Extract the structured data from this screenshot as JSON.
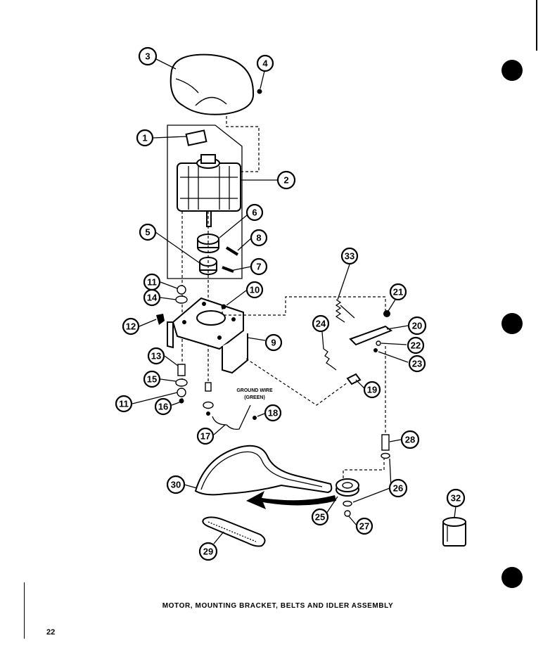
{
  "caption": "MOTOR, MOUNTING BRACKET, BELTS AND IDLER ASSEMBLY",
  "page_number": "22",
  "annotation": {
    "line1": "GROUND WIRE",
    "line2": "(GREEN)"
  },
  "callouts": [
    "3",
    "4",
    "1",
    "2",
    "6",
    "5",
    "8",
    "7",
    "11",
    "10",
    "14",
    "12",
    "9",
    "13",
    "15",
    "11",
    "16",
    "17",
    "18",
    "33",
    "21",
    "20",
    "24",
    "22",
    "23",
    "19",
    "28",
    "30",
    "26",
    "25",
    "27",
    "32",
    "29"
  ]
}
